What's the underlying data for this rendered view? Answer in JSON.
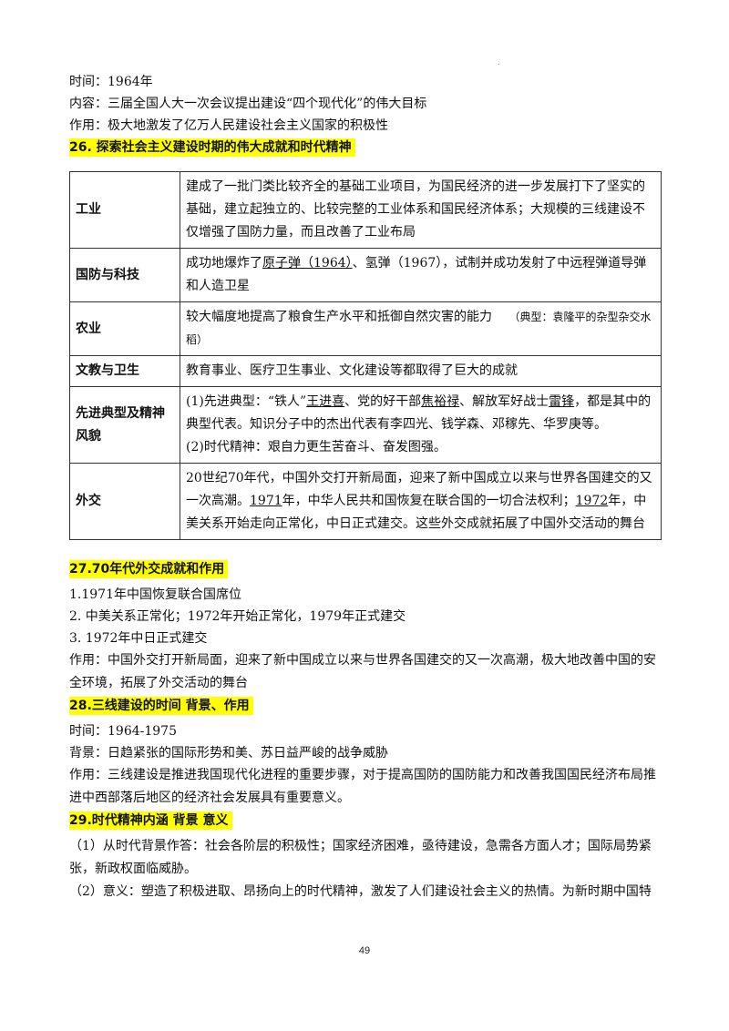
{
  "intro": {
    "time": "时间：1964年",
    "content": "内容：三届全国人大一次会议提出建设“四个现代化”的伟大目标",
    "effect": "作用：极大地激发了亿万人民建设社会主义国家的积极性"
  },
  "s26": {
    "heading": "26. 探索社会主义建设时期的伟大成就和时代精神",
    "rows": [
      {
        "label": "工业",
        "text": "建成了一批门类比较齐全的基础工业项目，为国民经济的进一步发展打下了坚实的基础，建立起独立的、比较完整的工业体系和国民经济体系；大规模的三线建设不仅增强了国防力量，而且改善了工业布局"
      },
      {
        "label": "国防与科技",
        "pre": "成功地爆炸了",
        "u1": "原子弹（1964）",
        "mid": "、氢弹（1967），试制并成功发射了中远程弹道导弹和人造卫星"
      },
      {
        "label": "农业",
        "text": "较大幅度地提高了粮食生产水平和抵御自然灾害的能力",
        "note": "（典型：袁隆平的杂型杂交水稻）"
      },
      {
        "label": "文教与卫生",
        "text": "教育事业、医疗卫生事业、文化建设等都取得了巨大的成就"
      },
      {
        "label": "先进典型及精神风貌",
        "a": "(1)先进典型：“铁人”",
        "u1": "王进喜",
        "b": "、党的好干部",
        "u2": "焦裕禄",
        "c": "、解放军好战士",
        "u3": "雷锋",
        "d": "，都是其中的典型代表。知识分子中的杰出代表有李四光、钱学森、邓稼先、华罗庚等。",
        "e": "(2)时代精神：艰自力更生苦奋斗、奋发图强。"
      },
      {
        "label": "外交",
        "a": "20世纪70年代，中国外交打开新局面，迎来了新中国成立以来与世界各国建交的又一次高潮。",
        "u1": "1971",
        "b": "年，中华人民共和国恢复在联合国的一切合法权利；",
        "u2": "1972",
        "c": "年，中美关系开始走向正常化，中日正式建交。这些外交成就拓展了中国外交活动的舞台"
      }
    ]
  },
  "s27": {
    "heading": "27.70年代外交成就和作用",
    "l1": "1.1971年中国恢复联合国席位",
    "l2": "2.  中美关系正常化；1972年开始正常化，1979年正式建交",
    "l3": "3.  1972年中日正式建交",
    "effect": "作用：中国外交打开新局面，迎来了新中国成立以来与世界各国建交的又一次高潮，极大地改善中国的安全环境，拓展了外交活动的舞台"
  },
  "s28": {
    "heading": "28.三线建设的时间   背景、作用",
    "time": "时间：1964-1975",
    "background": "背景：日趋紧张的国际形势和美、苏日益严峻的战争威胁",
    "effect": "作用：三线建设是推进我国现代化进程的重要步骤，对于提高国防的国防能力和改善我国国民经济布局推进中西部落后地区的经济社会发展具有重要意义。"
  },
  "s29": {
    "heading": "29.时代精神内涵    背景    意义",
    "p1": "（1）从时代背景作答：社会各阶层的积极性；国家经济困难，亟待建设，急需各方面人才；国际局势紧张，新政权面临威胁。",
    "p2": "（2）意义：塑造了积极进取、昂扬向上的时代精神，激发了人们建设社会主义的热情。为新时期中国特"
  },
  "page_number": "49"
}
